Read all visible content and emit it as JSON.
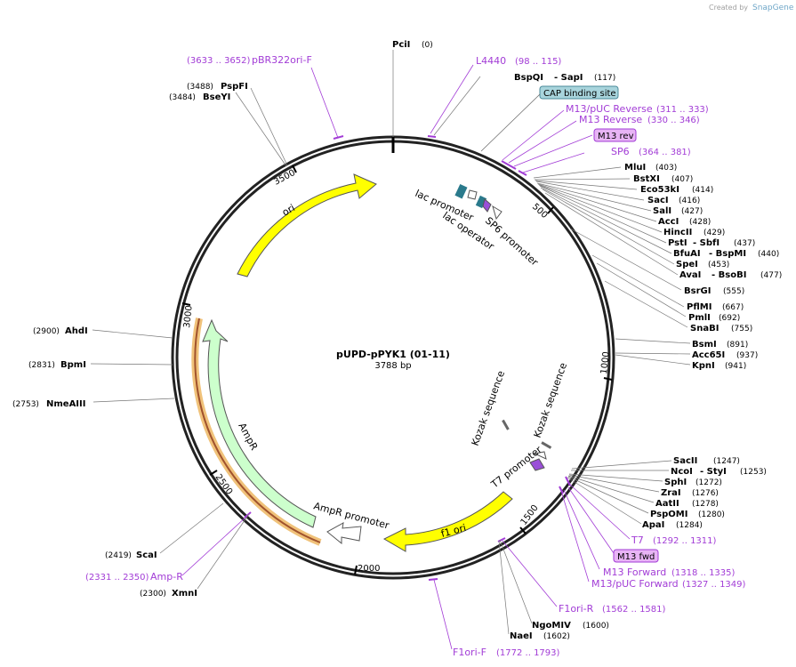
{
  "credit": {
    "created_by": "Created by",
    "brand": "SnapGene"
  },
  "plasmid": {
    "name": "pUPD-pPYK1 (01-11)",
    "size": "3788 bp"
  },
  "ticks": [
    "500",
    "1000",
    "1500",
    "2000",
    "2500",
    "3000",
    "3500"
  ],
  "sites": {
    "PciI": {
      "name": "PciI",
      "pos": "(0)"
    },
    "BspQI": {
      "name": "BspQI",
      "sep": "- SapI",
      "pos": "(117)"
    },
    "MluI": {
      "name": "MluI",
      "pos": "(403)"
    },
    "BstXI": {
      "name": "BstXI",
      "pos": "(407)"
    },
    "Eco53kI": {
      "name": "Eco53kI",
      "pos": "(414)"
    },
    "SacI": {
      "name": "SacI",
      "pos": "(416)"
    },
    "SalI": {
      "name": "SalI",
      "pos": "(427)"
    },
    "AccI": {
      "name": "AccI",
      "pos": "(428)"
    },
    "HincII": {
      "name": "HincII",
      "pos": "(429)"
    },
    "PstI": {
      "name": "PstI",
      "sep": "- SbfI",
      "pos": "(437)"
    },
    "BfuAI": {
      "name": "BfuAI",
      "sep": "- BspMI",
      "pos": "(440)"
    },
    "SpeI": {
      "name": "SpeI",
      "pos": "(453)"
    },
    "AvaI": {
      "name": "AvaI",
      "sep": "- BsoBI",
      "pos": "(477)"
    },
    "BsrGI": {
      "name": "BsrGI",
      "pos": "(555)"
    },
    "PflMI": {
      "name": "PflMI",
      "pos": "(667)"
    },
    "PmlI": {
      "name": "PmlI",
      "pos": "(692)"
    },
    "SnaBI": {
      "name": "SnaBI",
      "pos": "(755)"
    },
    "BsmI": {
      "name": "BsmI",
      "pos": "(891)"
    },
    "Acc65I": {
      "name": "Acc65I",
      "pos": "(937)"
    },
    "KpnI": {
      "name": "KpnI",
      "pos": "(941)"
    },
    "SacII": {
      "name": "SacII",
      "pos": "(1247)"
    },
    "NcoI": {
      "name": "NcoI",
      "sep": "- StyI",
      "pos": "(1253)"
    },
    "SphI": {
      "name": "SphI",
      "pos": "(1272)"
    },
    "ZraI": {
      "name": "ZraI",
      "pos": "(1276)"
    },
    "AatII": {
      "name": "AatII",
      "pos": "(1278)"
    },
    "PspOMI": {
      "name": "PspOMI",
      "pos": "(1280)"
    },
    "ApaI": {
      "name": "ApaI",
      "pos": "(1284)"
    },
    "NgoMIV": {
      "name": "NgoMIV",
      "pos": "(1600)"
    },
    "NaeI": {
      "name": "NaeI",
      "pos": "(1602)"
    },
    "XmnI": {
      "name": "XmnI",
      "pos": "(2300)"
    },
    "ScaI": {
      "name": "ScaI",
      "pos": "(2419)"
    },
    "NmeAIII": {
      "name": "NmeAIII",
      "pos": "(2753)"
    },
    "BpmI": {
      "name": "BpmI",
      "pos": "(2831)"
    },
    "AhdI": {
      "name": "AhdI",
      "pos": "(2900)"
    },
    "BseYI": {
      "name": "BseYI",
      "pos": "(3484)"
    },
    "PspFI": {
      "name": "PspFI",
      "pos": "(3488)"
    }
  },
  "primers": {
    "pBR322oriF": {
      "name": "pBR322ori-F",
      "range": "(3633 .. 3652)"
    },
    "L4440": {
      "name": "L4440",
      "range": "(98 .. 115)"
    },
    "M13pUCRev": {
      "name": "M13/pUC Reverse",
      "range": "(311 .. 333)"
    },
    "M13Rev": {
      "name": "M13 Reverse",
      "range": "(330 .. 346)"
    },
    "M13revBox": {
      "name": "M13 rev"
    },
    "SP6": {
      "name": "SP6",
      "range": "(364 .. 381)"
    },
    "T7": {
      "name": "T7",
      "range": "(1292 .. 1311)"
    },
    "M13fwdBox": {
      "name": "M13 fwd"
    },
    "M13Forward": {
      "name": "M13 Forward",
      "range": "(1318 .. 1335)"
    },
    "M13pUCFwd": {
      "name": "M13/pUC Forward",
      "range": "(1327 .. 1349)"
    },
    "F1oriR": {
      "name": "F1ori-R",
      "range": "(1562 .. 1581)"
    },
    "F1oriF": {
      "name": "F1ori-F",
      "range": "(1772 .. 1793)"
    },
    "AmpR": {
      "name": "Amp-R",
      "range": "(2331 .. 2350)"
    }
  },
  "features": {
    "cap": "CAP binding site",
    "lac_promoter": "lac promoter",
    "lac_operator": "lac operator",
    "sp6_promoter": "SP6 promoter",
    "kozak1": "Kozak sequence",
    "kozak2": "Kozak sequence",
    "t7_promoter": "T7 promoter",
    "f1_ori": "f1 ori",
    "ampr_promoter": "AmpR promoter",
    "ampr": "AmpR",
    "ori": "ori"
  },
  "colors": {
    "primer": "#a23cd6",
    "primer_box": "#e8b4f5",
    "cap_box": "#a8d4dc",
    "ori": "#ffff00",
    "ampr": "#ccffcc",
    "orf_highlight": "#f0c27a",
    "lac_feature": "#2a7a8c",
    "sp6_feature": "#9a4fd8"
  }
}
